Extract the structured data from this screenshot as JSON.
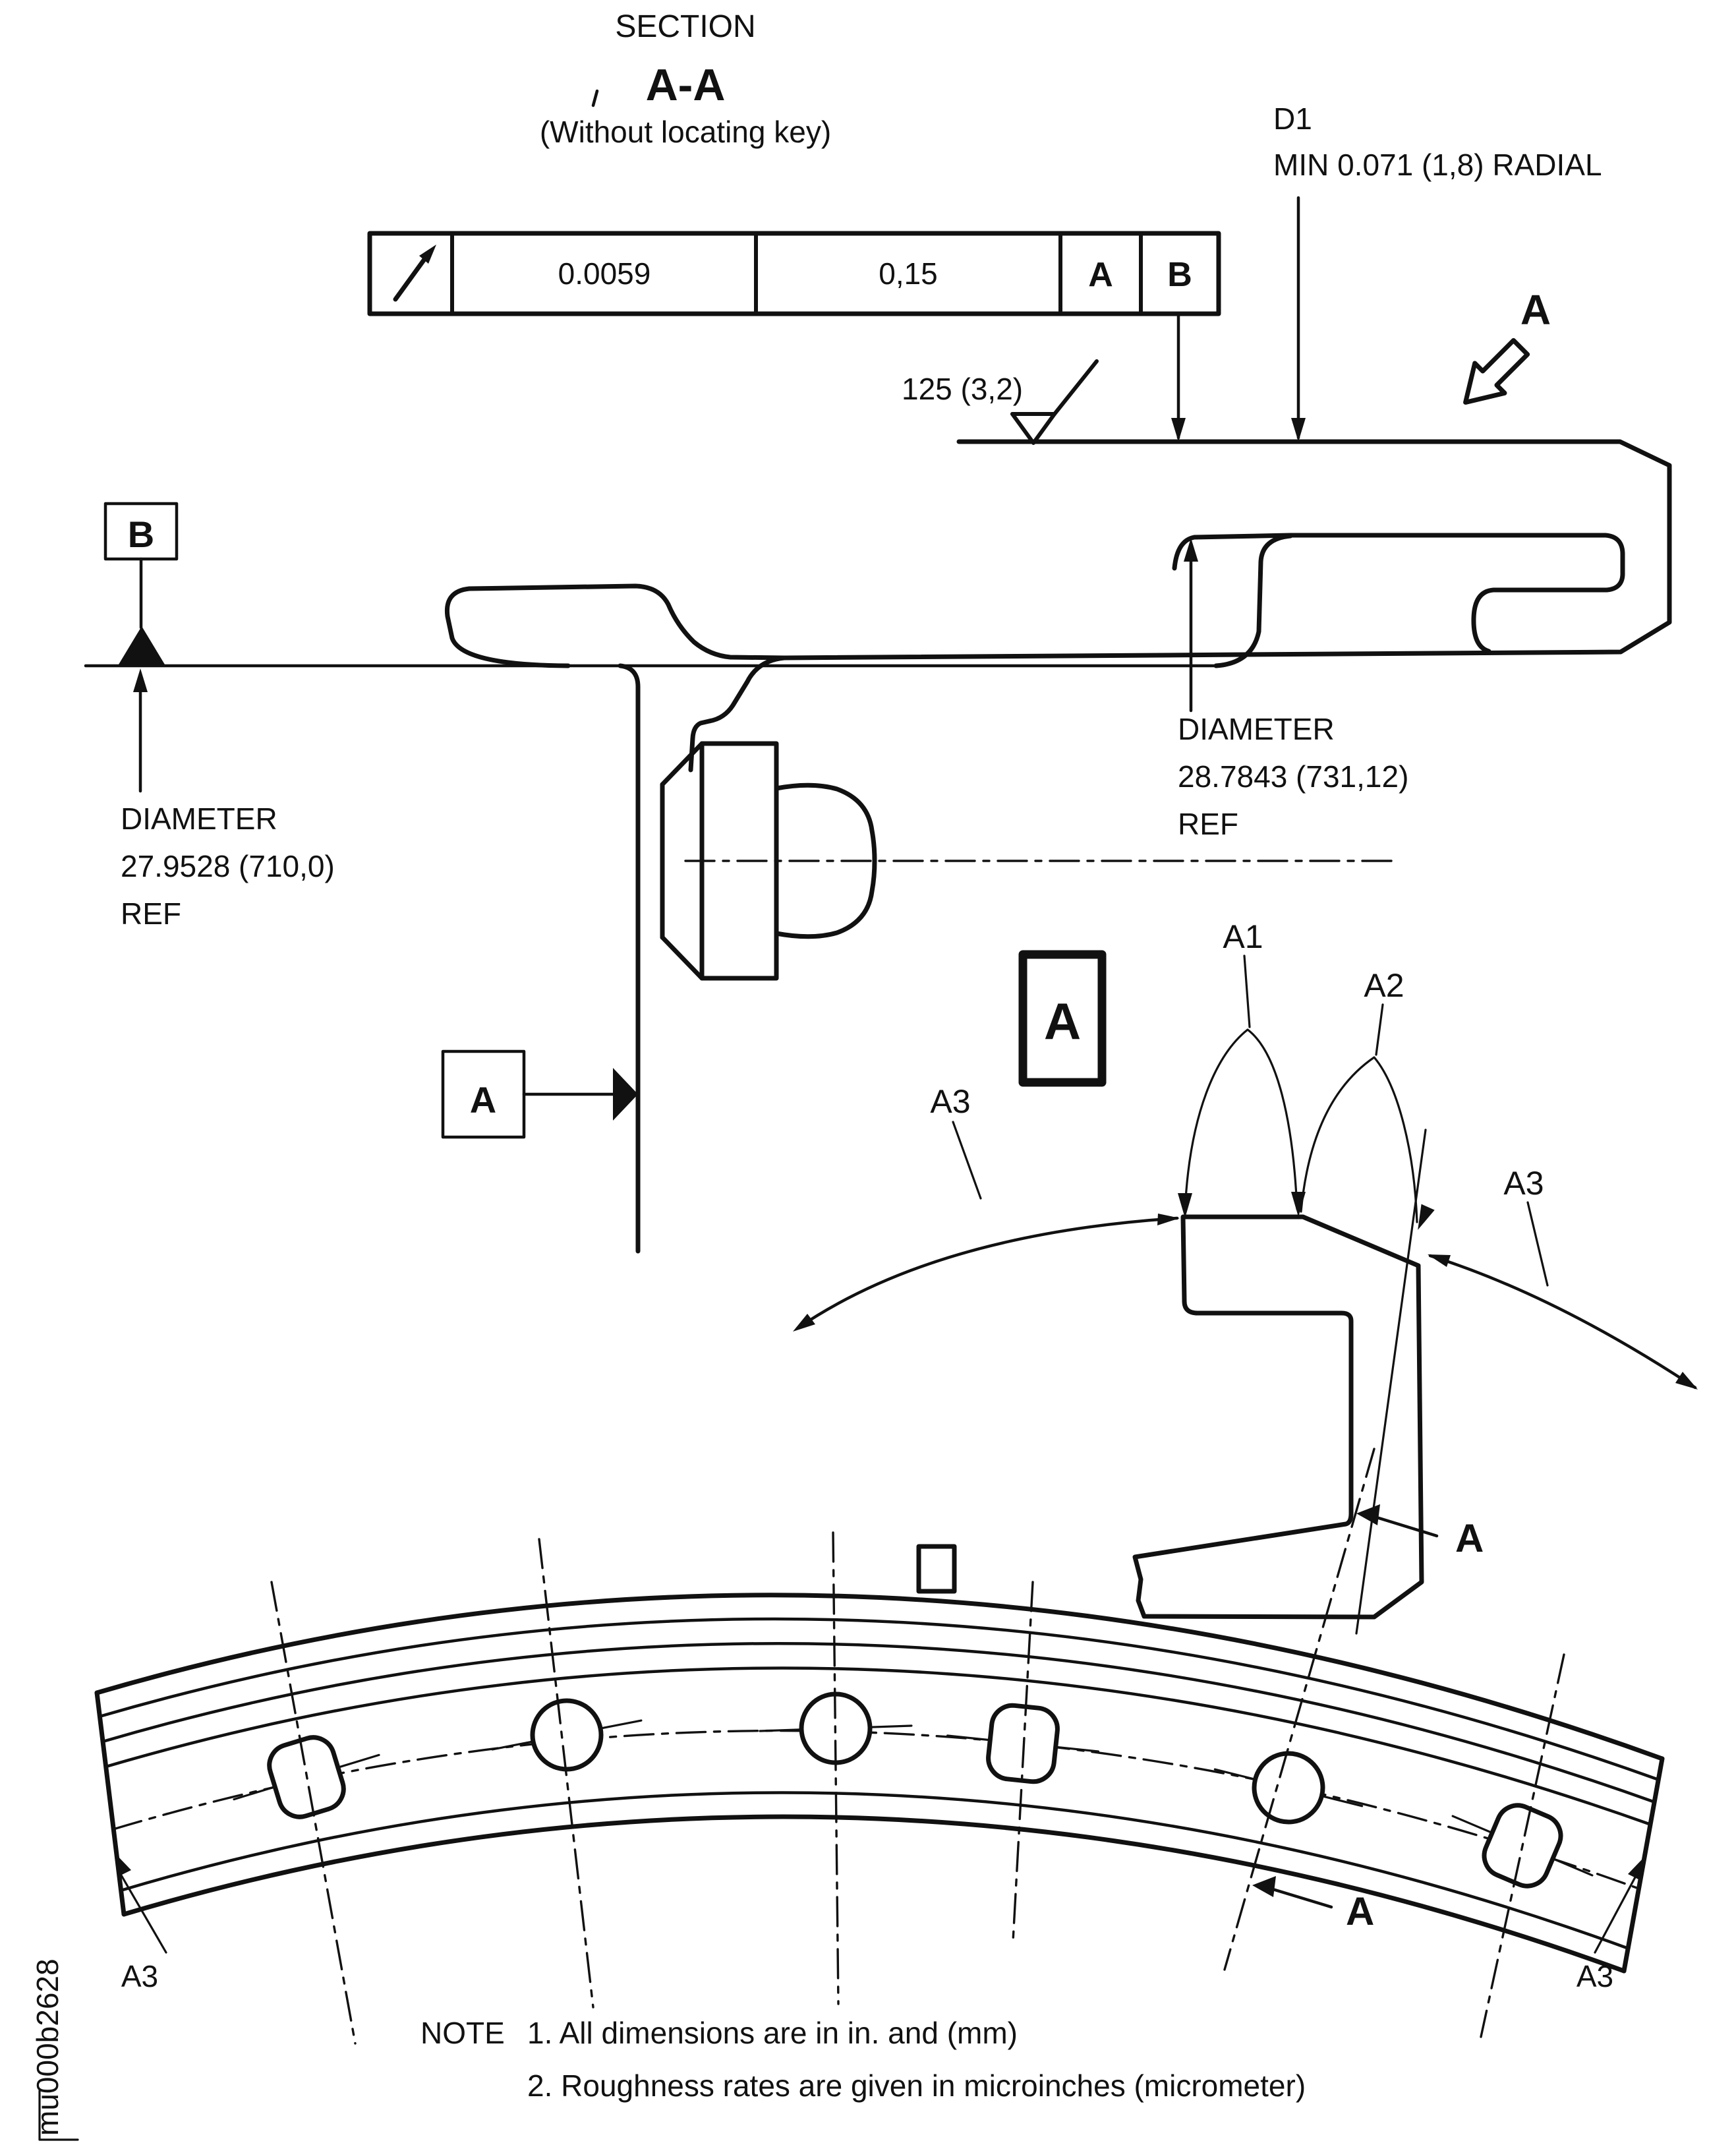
{
  "title": {
    "line1": "SECTION",
    "line2": "A-A",
    "line3": "(Without locating key)"
  },
  "feature_control_frame": {
    "symbol_icon": "circular-runout-arrow",
    "tolerance_in": "0.0059",
    "tolerance_mm": "0,15",
    "datum_primary": "A",
    "datum_secondary": "B"
  },
  "callouts": {
    "d1_label": "D1",
    "d1_spec": "MIN 0.071 (1,8) RADIAL",
    "roughness": "125 (3,2)",
    "view_arrow_label": "A",
    "datum_b_label": "B",
    "datum_a_label": "A",
    "diameter_left": {
      "l1": "DIAMETER",
      "l2": "27.9528 (710,0)",
      "l3": "REF"
    },
    "diameter_right": {
      "l1": "DIAMETER",
      "l2": "28.7843 (731,12)",
      "l3": "REF"
    }
  },
  "detail_view": {
    "box_label": "A",
    "a1": "A1",
    "a2": "A2",
    "a3_left": "A3",
    "a3_right": "A3"
  },
  "bottom_view": {
    "section_arrow_top": "A",
    "section_arrow_bottom": "A",
    "a3_left": "A3",
    "a3_right": "A3"
  },
  "notes": {
    "heading": "NOTE",
    "item1": "1. All dimensions are in in. and (mm)",
    "item2": "2. Roughness rates are given in microinches (micrometer)"
  },
  "sidebar_code": "mu000b2628",
  "colors": {
    "ink": "#111111",
    "paper": "#ffffff"
  }
}
